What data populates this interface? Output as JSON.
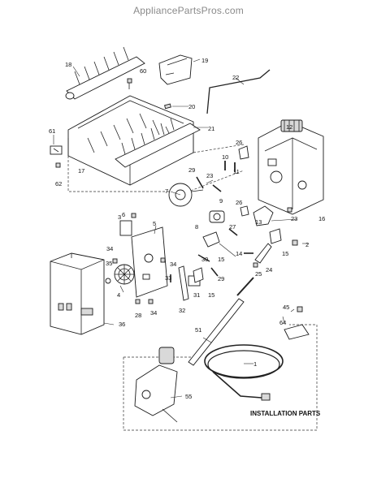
{
  "header": {
    "site": "AppliancePartsPros.com"
  },
  "callouts": [
    "1",
    "2",
    "3",
    "4",
    "5",
    "6",
    "7",
    "8",
    "9",
    "10",
    "11",
    "12",
    "13",
    "14",
    "15",
    "15",
    "15",
    "16",
    "17",
    "18",
    "19",
    "20",
    "21",
    "22",
    "23",
    "23",
    "24",
    "25",
    "26",
    "26",
    "27",
    "28",
    "29",
    "29",
    "30",
    "31",
    "32",
    "33",
    "34",
    "34",
    "34",
    "35",
    "36",
    "45",
    "51",
    "55",
    "60",
    "61",
    "62",
    "64"
  ],
  "installation": {
    "title": "INSTALLATION PARTS"
  }
}
